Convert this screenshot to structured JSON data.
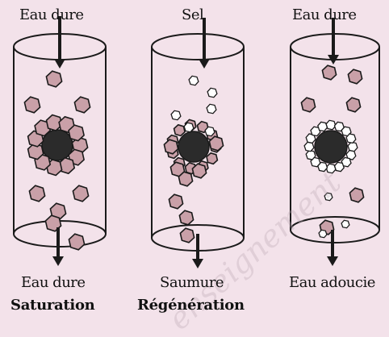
{
  "columns": [
    {
      "top_label": "Eau dure",
      "bottom_label": "Eau dure",
      "caption": "Saturation",
      "state": "saturation"
    },
    {
      "top_label": "Sel",
      "bottom_label": "Saumure",
      "caption": "Régénération",
      "state": "regeneration"
    },
    {
      "top_label": "Eau dure",
      "bottom_label": "Eau adoucie",
      "caption": "",
      "state": "softened"
    }
  ],
  "watermark": "enseignement",
  "colors": {
    "background": "#f3e2ea",
    "ion": "#c9a0a8",
    "resin_core": "#2b2b2b",
    "outline": "#1a1a1a",
    "small_ion": "#ffffff"
  },
  "icons": [
    "down-arrow-icon"
  ]
}
